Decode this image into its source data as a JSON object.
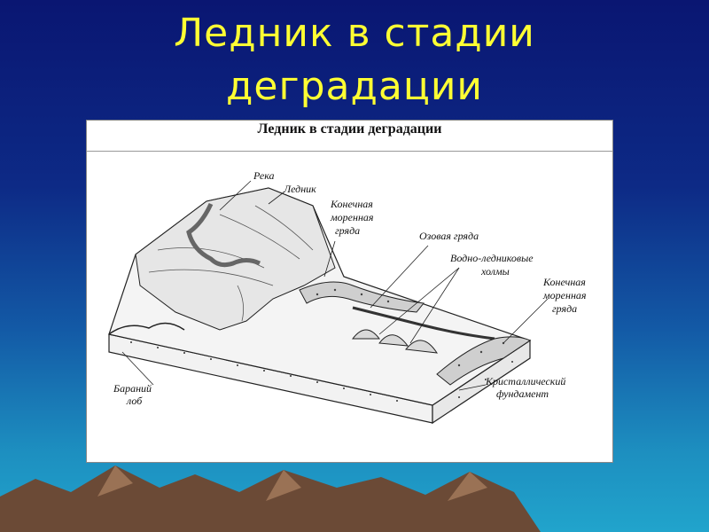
{
  "slide": {
    "title_line1": "Ледник в стадии",
    "title_line2": "деградации"
  },
  "figure": {
    "header": "Ледник в стадии деградации",
    "labels": {
      "river": "Река",
      "glacier": "Ледник",
      "terminal_moraine_1_l1": "Конечная",
      "terminal_moraine_1_l2": "моренная",
      "terminal_moraine_1_l3": "гряда",
      "esker": "Озовая гряда",
      "kames_l1": "Водно-ледниковые",
      "kames_l2": "холмы",
      "terminal_moraine_2_l1": "Конечная",
      "terminal_moraine_2_l2": "моренная",
      "terminal_moraine_2_l3": "гряда",
      "roche_l1": "Бараний",
      "roche_l2": "лоб",
      "basement_l1": "Кристаллический",
      "basement_l2": "фундамент"
    }
  },
  "colors": {
    "title": "#ffff33",
    "background_top": "#0a1672",
    "background_bottom": "#21a4cc",
    "mountain": "#6b4a36"
  }
}
